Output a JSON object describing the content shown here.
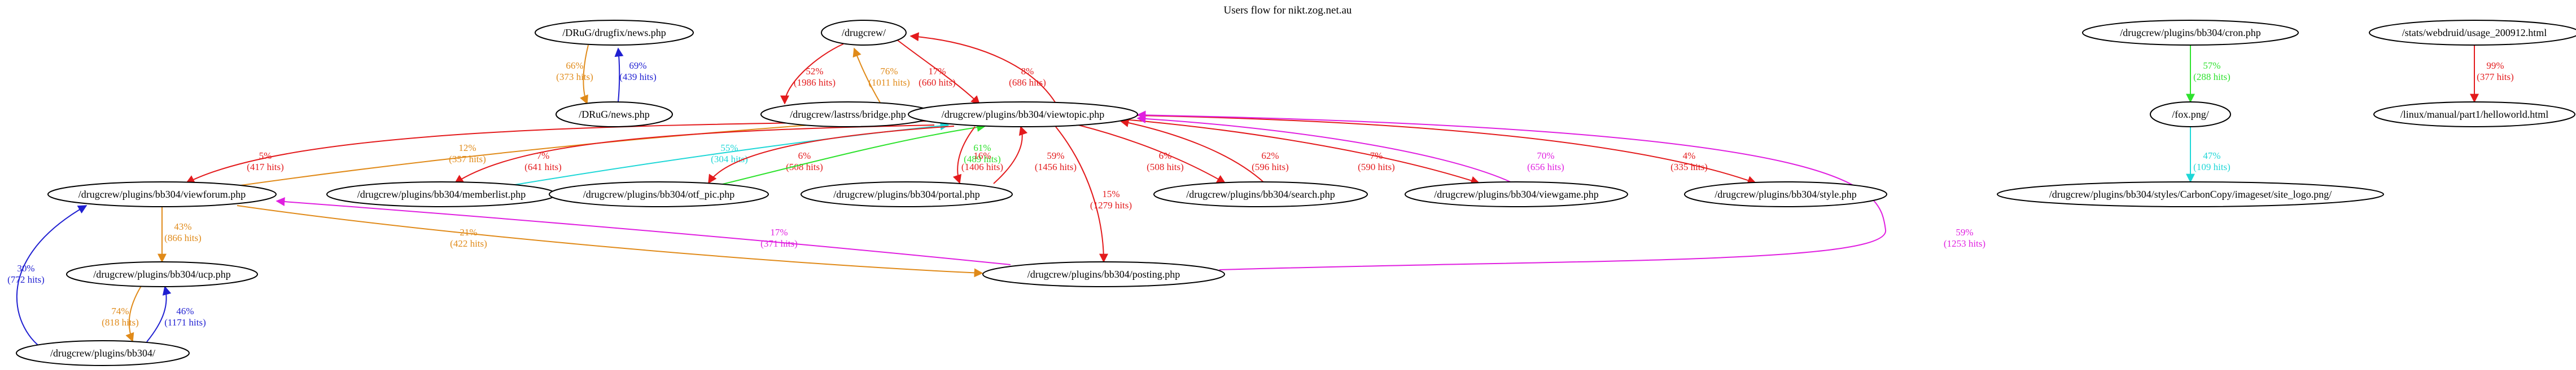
{
  "title": "Users flow for nikt.zog.net.au",
  "colors": {
    "red": "#e31a1c",
    "orange": "#e08a19",
    "blue": "#1f1fd1",
    "cyan": "#1ed7d7",
    "green": "#2ee22e",
    "magenta": "#e01fe0"
  },
  "nodes": [
    {
      "id": "drugfix_news",
      "label": "/DRuG/drugfix/news.php"
    },
    {
      "id": "drug_news",
      "label": "/DRuG/news.php"
    },
    {
      "id": "drugcrew",
      "label": "/drugcrew/"
    },
    {
      "id": "lastrss",
      "label": "/drugcrew/lastrss/bridge.php"
    },
    {
      "id": "viewtopic",
      "label": "/drugcrew/plugins/bb304/viewtopic.php"
    },
    {
      "id": "viewforum",
      "label": "/drugcrew/plugins/bb304/viewforum.php"
    },
    {
      "id": "memberlist",
      "label": "/drugcrew/plugins/bb304/memberlist.php"
    },
    {
      "id": "otf_pic",
      "label": "/drugcrew/plugins/bb304/otf_pic.php"
    },
    {
      "id": "portal",
      "label": "/drugcrew/plugins/bb304/portal.php"
    },
    {
      "id": "search",
      "label": "/drugcrew/plugins/bb304/search.php"
    },
    {
      "id": "viewgame",
      "label": "/drugcrew/plugins/bb304/viewgame.php"
    },
    {
      "id": "style",
      "label": "/drugcrew/plugins/bb304/style.php"
    },
    {
      "id": "ucp",
      "label": "/drugcrew/plugins/bb304/ucp.php"
    },
    {
      "id": "posting",
      "label": "/drugcrew/plugins/bb304/posting.php"
    },
    {
      "id": "bb304",
      "label": "/drugcrew/plugins/bb304/"
    },
    {
      "id": "cron",
      "label": "/drugcrew/plugins/bb304/cron.php"
    },
    {
      "id": "fox",
      "label": "/fox.png/"
    },
    {
      "id": "carbon",
      "label": "/drugcrew/plugins/bb304/styles/CarbonCopy/imageset/site_logo.png/"
    },
    {
      "id": "usage",
      "label": "/stats/webdruid/usage_200912.html"
    },
    {
      "id": "helloworld",
      "label": "/linux/manual/part1/helloworld.html"
    }
  ],
  "edges": [
    {
      "from": "drugfix_news",
      "to": "drug_news",
      "color": "orange",
      "pct": "66%",
      "hits": "(373 hits)"
    },
    {
      "from": "drug_news",
      "to": "drugfix_news",
      "color": "blue",
      "pct": "69%",
      "hits": "(439 hits)"
    },
    {
      "from": "drugcrew",
      "to": "lastrss",
      "color": "red",
      "pct": "52%",
      "hits": "(1986 hits)"
    },
    {
      "from": "lastrss",
      "to": "drugcrew",
      "color": "orange",
      "pct": "76%",
      "hits": "(1011 hits)"
    },
    {
      "from": "drugcrew",
      "to": "viewtopic",
      "color": "red",
      "pct": "17%",
      "hits": "(660 hits)"
    },
    {
      "from": "viewtopic",
      "to": "drugcrew",
      "color": "red",
      "pct": "8%",
      "hits": "(686 hits)"
    },
    {
      "from": "viewtopic",
      "to": "viewforum",
      "color": "red",
      "pct": "5%",
      "hits": "(417 hits)"
    },
    {
      "from": "viewforum",
      "to": "viewtopic",
      "color": "orange",
      "pct": "12%",
      "hits": "(357 hits)"
    },
    {
      "from": "viewtopic",
      "to": "memberlist",
      "color": "red",
      "pct": "7%",
      "hits": "(641 hits)"
    },
    {
      "from": "memberlist",
      "to": "viewtopic",
      "color": "cyan",
      "pct": "55%",
      "hits": "(304 hits)"
    },
    {
      "from": "viewtopic",
      "to": "otf_pic",
      "color": "red",
      "pct": "6%",
      "hits": "(508 hits)"
    },
    {
      "from": "otf_pic",
      "to": "viewtopic",
      "color": "green",
      "pct": "61%",
      "hits": "(489 hits)"
    },
    {
      "from": "viewtopic",
      "to": "portal",
      "color": "red",
      "pct": "16%",
      "hits": "(1406 hits)"
    },
    {
      "from": "portal",
      "to": "viewtopic",
      "color": "red",
      "pct": "59%",
      "hits": "(1456 hits)"
    },
    {
      "from": "viewtopic",
      "to": "posting",
      "color": "red",
      "pct": "15%",
      "hits": "(1279 hits)"
    },
    {
      "from": "viewtopic",
      "to": "search",
      "color": "red",
      "pct": "6%",
      "hits": "(508 hits)"
    },
    {
      "from": "search",
      "to": "viewtopic",
      "color": "red",
      "pct": "62%",
      "hits": "(596 hits)"
    },
    {
      "from": "viewtopic",
      "to": "viewgame",
      "color": "red",
      "pct": "7%",
      "hits": "(590 hits)"
    },
    {
      "from": "viewgame",
      "to": "viewtopic",
      "color": "magenta",
      "pct": "70%",
      "hits": "(656 hits)"
    },
    {
      "from": "viewtopic",
      "to": "style",
      "color": "red",
      "pct": "4%",
      "hits": "(335 hits)"
    },
    {
      "from": "posting",
      "to": "viewtopic",
      "color": "magenta",
      "pct": "59%",
      "hits": "(1253 hits)"
    },
    {
      "from": "viewforum",
      "to": "ucp",
      "color": "orange",
      "pct": "43%",
      "hits": "(866 hits)"
    },
    {
      "from": "viewforum",
      "to": "posting",
      "color": "orange",
      "pct": "21%",
      "hits": "(422 hits)"
    },
    {
      "from": "posting",
      "to": "viewforum",
      "color": "magenta",
      "pct": "17%",
      "hits": "(371 hits)"
    },
    {
      "from": "ucp",
      "to": "bb304",
      "color": "orange",
      "pct": "74%",
      "hits": "(818 hits)"
    },
    {
      "from": "bb304",
      "to": "ucp",
      "color": "blue",
      "pct": "46%",
      "hits": "(1171 hits)"
    },
    {
      "from": "bb304",
      "to": "viewforum",
      "color": "blue",
      "pct": "30%",
      "hits": "(772 hits)"
    },
    {
      "from": "cron",
      "to": "fox",
      "color": "green",
      "pct": "57%",
      "hits": "(288 hits)"
    },
    {
      "from": "fox",
      "to": "carbon",
      "color": "cyan",
      "pct": "47%",
      "hits": "(109 hits)"
    },
    {
      "from": "usage",
      "to": "helloworld",
      "color": "red",
      "pct": "99%",
      "hits": "(377 hits)"
    }
  ]
}
